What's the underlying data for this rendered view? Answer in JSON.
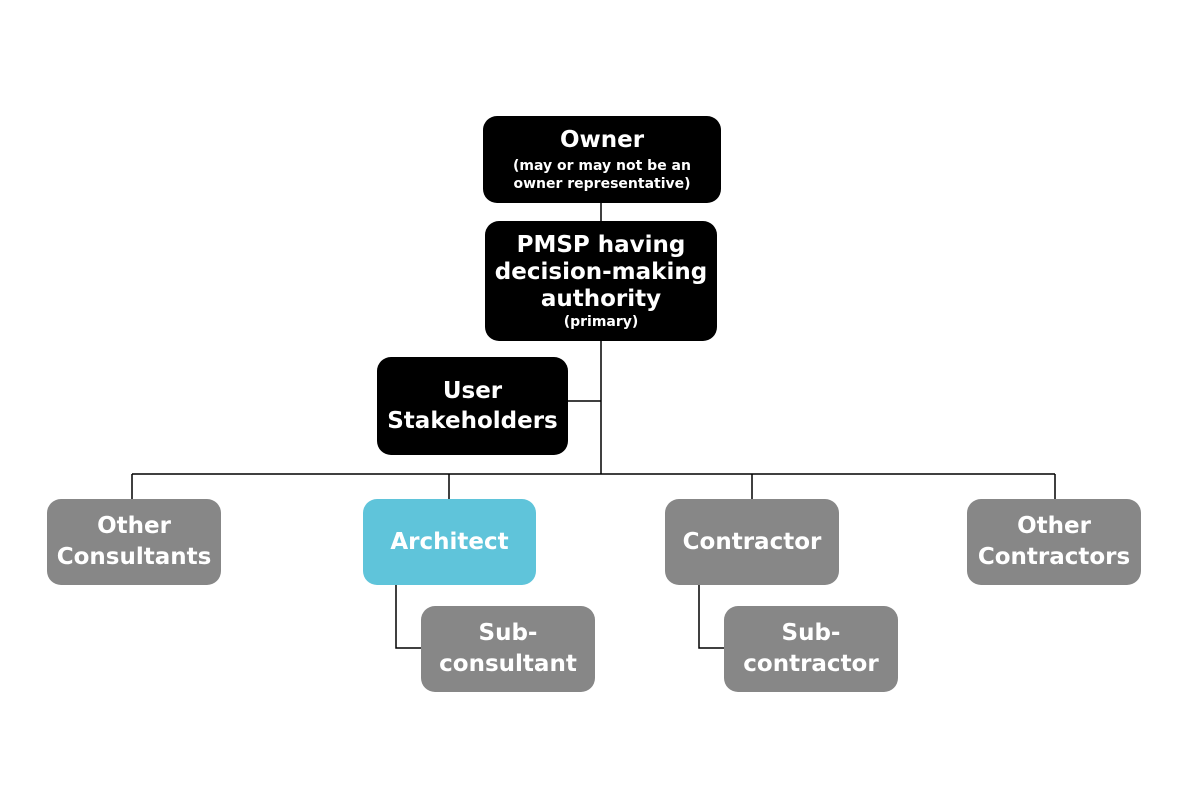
{
  "colors": {
    "primary": "#000000",
    "secondary": "#878787",
    "highlight": "#5fc4da",
    "line": "#000000"
  },
  "nodes": {
    "owner": {
      "title": "Owner",
      "note_line1": "(may or may not be an",
      "note_line2": "owner representative)"
    },
    "pmsp": {
      "line1": "PMSP having",
      "line2": "decision-making",
      "line3": "authority",
      "note": "(primary)"
    },
    "user_stakeholders": {
      "line1": "User",
      "line2": "Stakeholders"
    },
    "other_consultants": {
      "line1": "Other",
      "line2": "Consultants"
    },
    "architect": {
      "label": "Architect"
    },
    "contractor": {
      "label": "Contractor"
    },
    "other_contractors": {
      "line1": "Other",
      "line2": "Contractors"
    },
    "subconsultant": {
      "line1": "Sub-",
      "line2": "consultant"
    },
    "subcontractor": {
      "line1": "Sub-",
      "line2": "contractor"
    }
  }
}
